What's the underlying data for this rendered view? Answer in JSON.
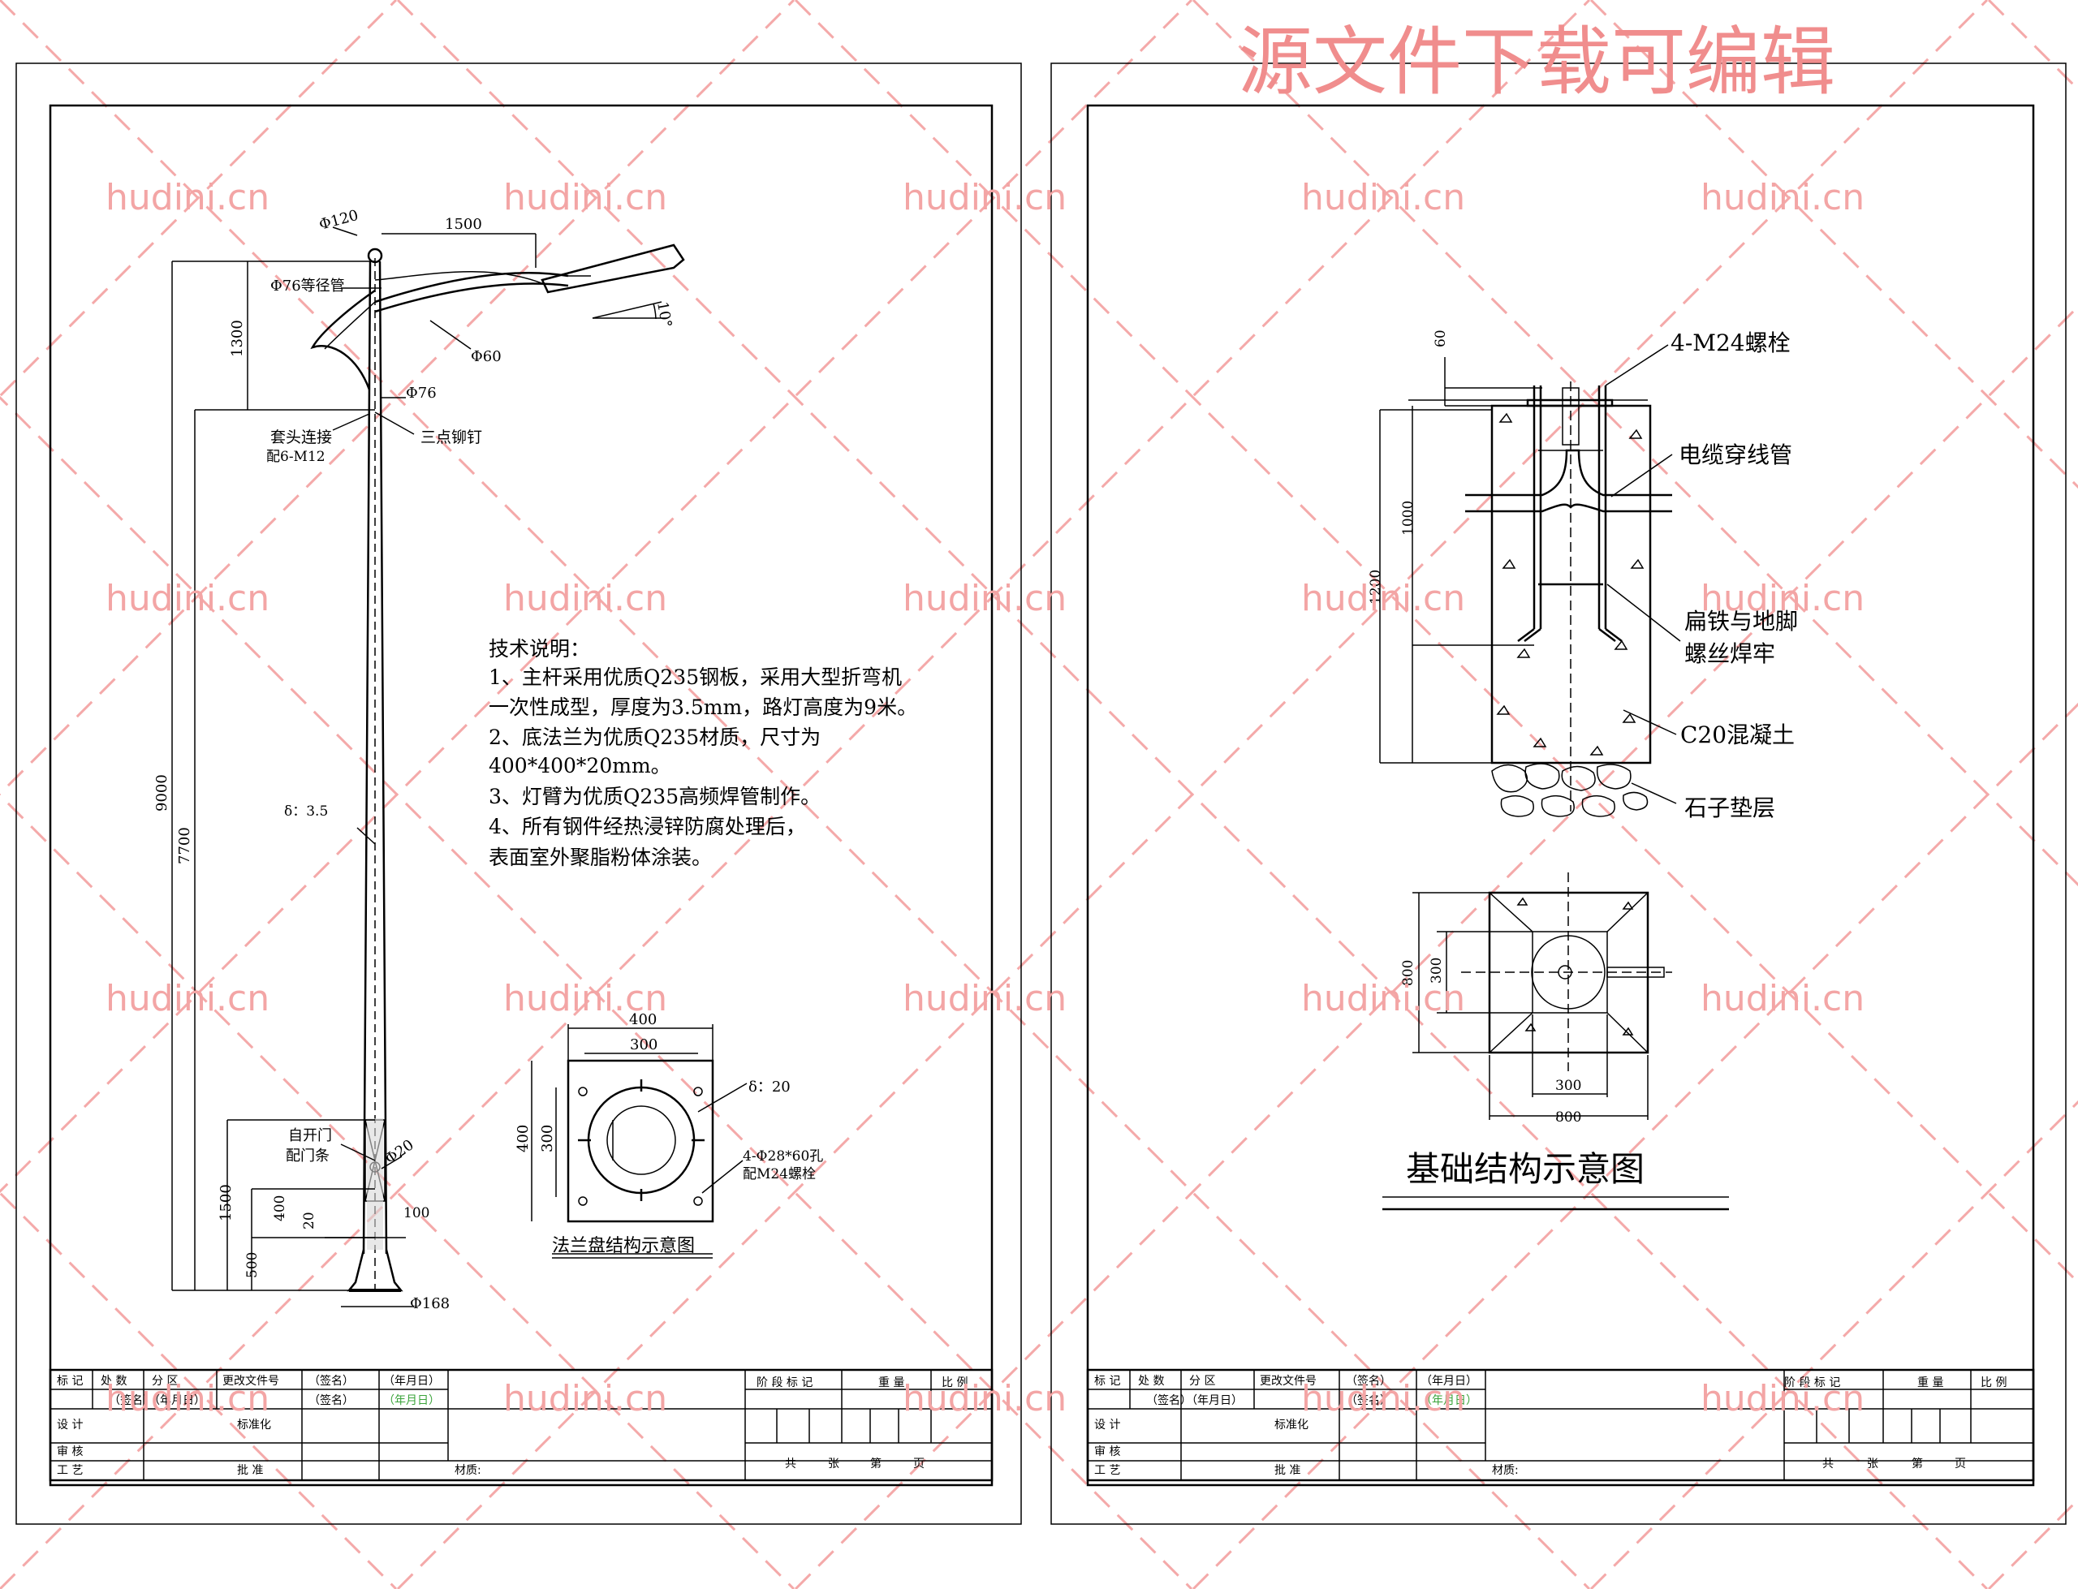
{
  "watermark": {
    "banner": "源文件下载可编辑",
    "site": "hudini.cn",
    "color": "#f3a5a5"
  },
  "left_sheet": {
    "pole_dims": {
      "d_top": "Φ120",
      "arm_reach": "1500",
      "bend_tube": "Φ76等径管",
      "arm_rise": "1300",
      "tilt": "10°",
      "arm_tube": "Φ60",
      "d_joint": "Φ76",
      "sleeve": "套头连接",
      "sleeve_bolts": "配6-M12",
      "rivet": "三点铆钉",
      "total_height": "9000",
      "shaft_height": "7700",
      "wall": "δ：3.5",
      "door": "自开门",
      "door_strip": "配门条",
      "d_hole": "Φ20",
      "door_zone": "1500",
      "door_height": "400",
      "hole_gap": "20",
      "door_width": "100",
      "door_base": "500",
      "d_base": "Φ168"
    },
    "tech_notes": {
      "heading": "技术说明：",
      "lines": [
        "1、主杆采用优质Q235钢板，采用大型折弯机",
        "一次性成型，厚度为3.5mm，路灯高度为9米。",
        "2、底法兰为优质Q235材质，尺寸为",
        "400*400*20mm。",
        "3、灯臂为优质Q235高频焊管制作。",
        "4、所有钢件经热浸锌防腐处理后，",
        "表面室外聚脂粉体涂装。"
      ]
    },
    "flange": {
      "outer": "400",
      "inner": "300",
      "side_outer": "400",
      "side_inner": "300",
      "thickness": "δ：20",
      "holes": "4-Φ28*60孔",
      "bolts": "配M24螺栓",
      "caption": "法兰盘结构示意图"
    }
  },
  "right_sheet": {
    "foundation": {
      "bolt_label": "4-M24螺栓",
      "cable_label": "电缆穿线管",
      "flat_iron_1": "扁铁与地脚",
      "flat_iron_2": "螺丝焊牢",
      "concrete_label": "C20混凝土",
      "gravel_label": "石子垫层",
      "dim_top": "60",
      "dim_anchor": "1000",
      "dim_depth": "1200"
    },
    "plan": {
      "side": "800",
      "inner": "300",
      "bottom_inner": "300",
      "bottom_outer": "800"
    },
    "caption": "基础结构示意图"
  },
  "title_block": {
    "row1": [
      "标 记",
      "处 数",
      "分 区",
      "更改文件号",
      "（签名）",
      "（年月日）"
    ],
    "row1_right": [
      "阶 段 标 记",
      "重 量",
      "比 例"
    ],
    "design": "设  计",
    "design_sig": "（签名）（年月日）",
    "standard": "标准化",
    "std_sig": "（签名）",
    "std_date": "（年月日）",
    "review": "审 核",
    "process": "工 艺",
    "approve": "批 准",
    "material": "材质:",
    "sheets": [
      "共",
      "张",
      "第",
      "页"
    ]
  }
}
